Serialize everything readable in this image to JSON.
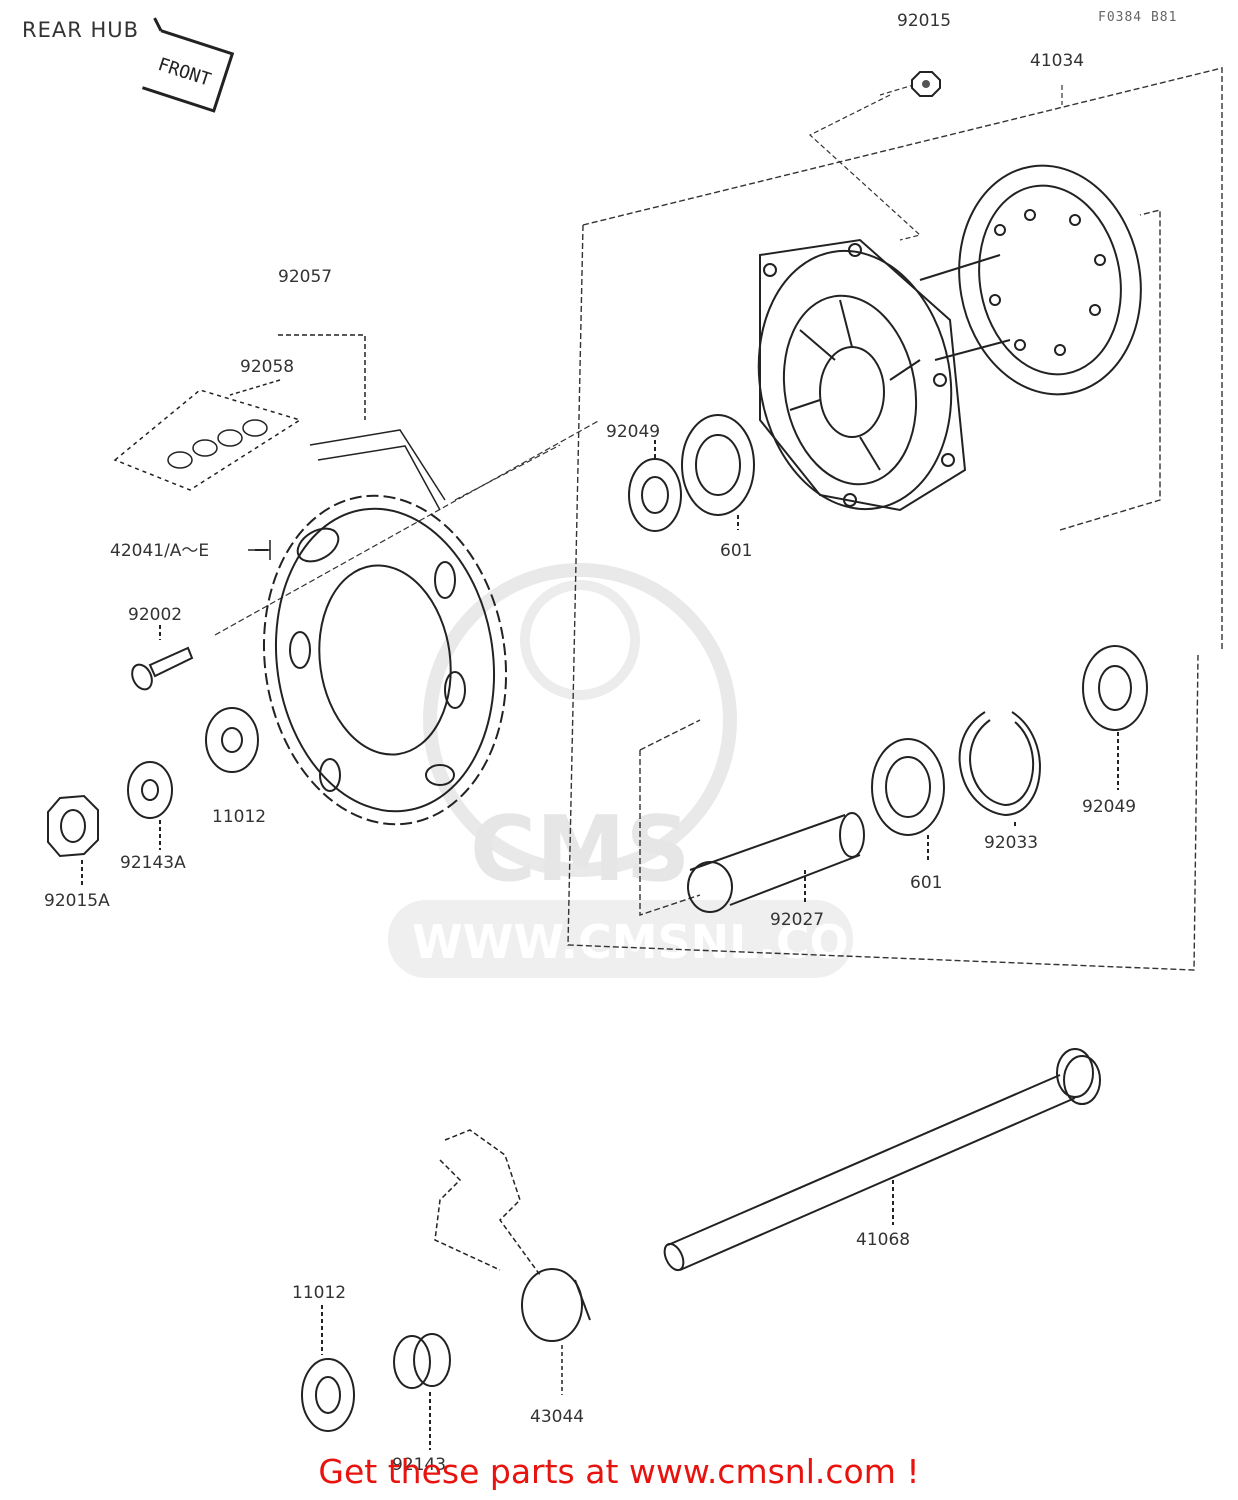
{
  "title": "REAR HUB",
  "diagram_code": "F0384 B81",
  "front_label": "FRONT",
  "watermark": {
    "logo_text": "CMS",
    "url": "WWW.CMSNL.COM"
  },
  "footer": "Get these parts at www.cmsnl.com !",
  "parts": {
    "p92015": "92015",
    "p41034": "41034",
    "p92057": "92057",
    "p92058": "92058",
    "p92049_top": "92049",
    "p601_top": "601",
    "p42041": "42041/A～E",
    "p92002": "92002",
    "p11012_left": "11012",
    "p92143a": "92143A",
    "p92015a": "92015A",
    "p92049_right": "92049",
    "p92033": "92033",
    "p601_bottom": "601",
    "p92027": "92027",
    "p41068": "41068",
    "p11012_bottom": "11012",
    "p43044": "43044",
    "p92143": "92143"
  },
  "colors": {
    "line": "#333333",
    "footer": "#e8130e",
    "watermark": "#e6e6e6"
  }
}
